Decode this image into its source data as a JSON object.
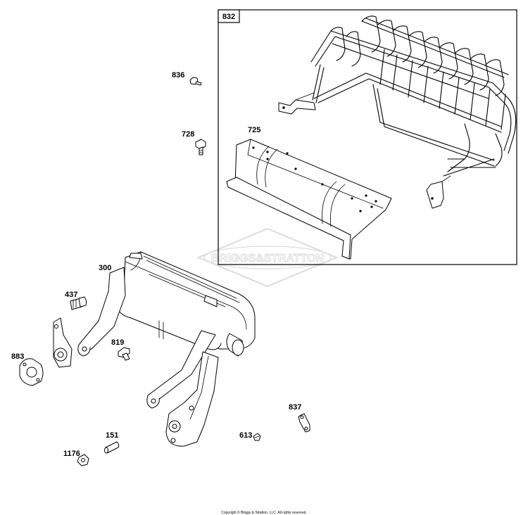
{
  "diagram": {
    "watermark": "BRIGGS&STRATTON",
    "copyright": "Copyright © Briggs & Stratton, LLC. All rights reserved.",
    "callouts": {
      "p832": "832",
      "p836": "836",
      "p728": "728",
      "p725": "725",
      "p300": "300",
      "p437": "437",
      "p883": "883",
      "p819": "819",
      "p837": "837",
      "p613": "613",
      "p151": "151",
      "p1176": "1176"
    }
  }
}
